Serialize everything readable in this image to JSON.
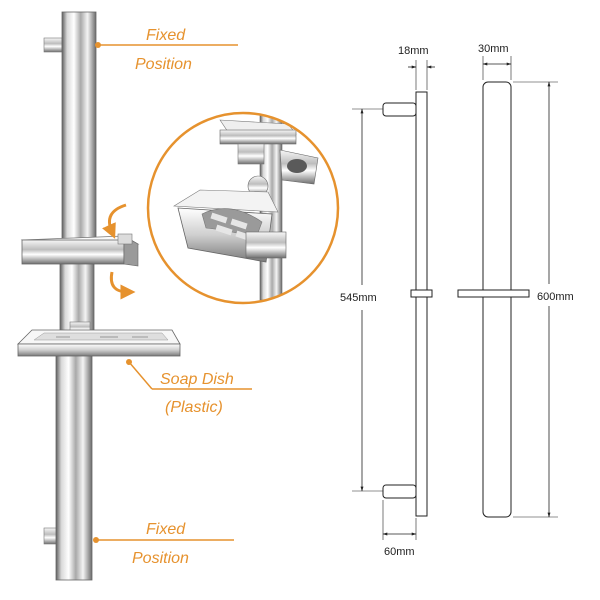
{
  "callouts": {
    "top_line1": "Fixed",
    "top_line2": "Position",
    "soap_line1": "Soap Dish",
    "soap_line2": "(Plastic)",
    "bottom_line1": "Fixed",
    "bottom_line2": "Position"
  },
  "dimensions": {
    "rail_depth": "18mm",
    "rail_width": "30mm",
    "bracket_spacing": "545mm",
    "total_length": "600mm",
    "bracket_depth": "60mm"
  },
  "colors": {
    "accent": "#e6922e",
    "chrome_light": "#f2f2f2",
    "chrome_dark": "#6e6e6e",
    "line": "#222222"
  }
}
